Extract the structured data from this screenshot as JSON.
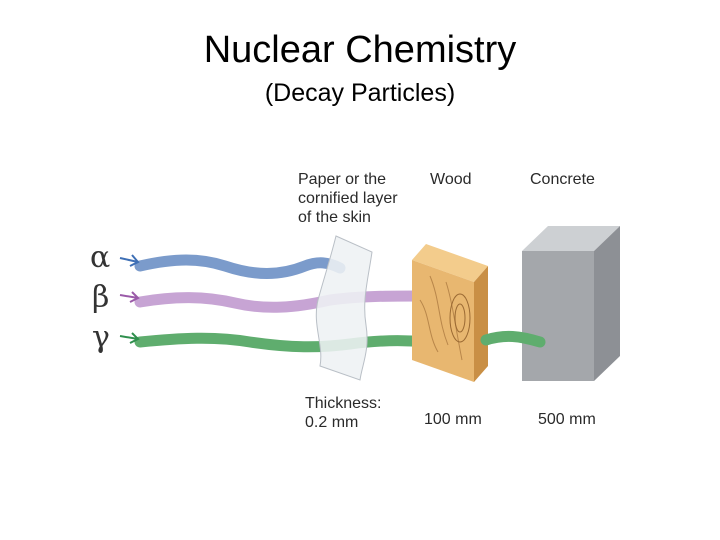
{
  "title": "Nuclear Chemistry",
  "subtitle": "(Decay Particles)",
  "barriers": {
    "paper": "Paper or the\ncornified layer\nof the skin",
    "wood": "Wood",
    "concrete": "Concrete"
  },
  "thickness": {
    "paper": "Thickness:\n0.2 mm",
    "wood": "100 mm",
    "concrete": "500 mm"
  },
  "particles": {
    "alpha": "α",
    "beta": "β",
    "gamma": "γ"
  },
  "colors": {
    "alpha": "#7b9bcb",
    "beta": "#c7a4d4",
    "gamma": "#5fad6e",
    "arrow_alpha": "#3e6fb5",
    "arrow_beta": "#9a5aa8",
    "arrow_gamma": "#2f8f4d",
    "wood": "#e8b770",
    "concrete": "#a4a7ab"
  }
}
